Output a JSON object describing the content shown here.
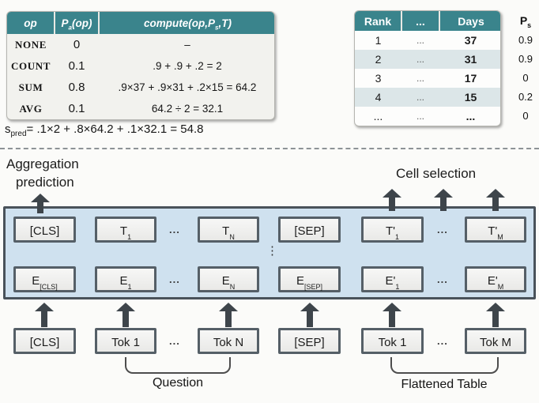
{
  "colors": {
    "teal": "#3a848c",
    "alt_row": "#dce6e8",
    "box_fill": "#cfe1ef",
    "box_border": "#49525a",
    "arrow": "#3e454b"
  },
  "scores": {
    "header_op": "op",
    "header_p": {
      "base": "P",
      "sub": "a",
      "rest": "(op)"
    },
    "header_compute": {
      "pre": "compute(op,P",
      "sub": "s",
      "post": ",T)"
    },
    "rows": [
      {
        "op": "NONE",
        "p": "0",
        "compute": "–"
      },
      {
        "op": "COUNT",
        "p": "0.1",
        "compute": ".9 + .9 + .2 = 2"
      },
      {
        "op": "SUM",
        "p": "0.8",
        "compute": ".9×37 + .9×31 + .2×15 = 64.2"
      },
      {
        "op": "AVG",
        "p": "0.1",
        "compute": "64.2 ÷ 2 = 32.1"
      }
    ],
    "spred": {
      "base": "s",
      "sub": "pred",
      "rest": "= .1×2 + .8×64.2 + .1×32.1 = 54.8"
    }
  },
  "rank": {
    "header_rank": "Rank",
    "header_mid": "...",
    "header_days": "Days",
    "ps_header": {
      "base": "P",
      "sub": "s"
    },
    "rows": [
      {
        "rank": "1",
        "mid": "...",
        "days": "37",
        "ps": "0.9"
      },
      {
        "rank": "2",
        "mid": "...",
        "days": "31",
        "ps": "0.9"
      },
      {
        "rank": "3",
        "mid": "...",
        "days": "17",
        "ps": "0"
      },
      {
        "rank": "4",
        "mid": "...",
        "days": "15",
        "ps": "0.2"
      },
      {
        "rank": "...",
        "mid": "...",
        "days": "...",
        "ps": "0"
      }
    ]
  },
  "diagram": {
    "agg_line1": "Aggregation",
    "agg_line2": "prediction",
    "cell_label": "Cell selection",
    "question_label": "Question",
    "table_label": "Flattened Table",
    "hdots": "...",
    "vdots": "⋮",
    "cols": [
      {
        "t": {
          "main": "[CLS]",
          "sub": ""
        },
        "e": {
          "main": "E",
          "sub": "[CLS]"
        },
        "tok": "[CLS]"
      },
      {
        "t": {
          "main": "T",
          "sub": "1"
        },
        "e": {
          "main": "E",
          "sub": "1"
        },
        "tok": "Tok 1"
      },
      {
        "t": {
          "main": "T",
          "sub": "N"
        },
        "e": {
          "main": "E",
          "sub": "N"
        },
        "tok": "Tok N"
      },
      {
        "t": {
          "main": "[SEP]",
          "sub": ""
        },
        "e": {
          "main": "E",
          "sub": "[SEP]"
        },
        "tok": "[SEP]"
      },
      {
        "t": {
          "main": "T'",
          "sub": "1"
        },
        "e": {
          "main": "E'",
          "sub": "1"
        },
        "tok": "Tok 1"
      },
      {
        "t": {
          "main": "T'",
          "sub": "M"
        },
        "e": {
          "main": "E'",
          "sub": "M"
        },
        "tok": "Tok M"
      }
    ]
  }
}
